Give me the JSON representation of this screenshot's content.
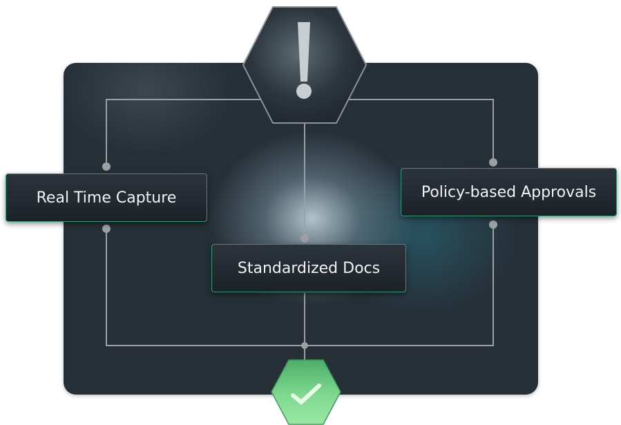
{
  "diagram": {
    "top_icon": "exclamation-icon",
    "bottom_icon": "checkmark-icon",
    "nodes": {
      "capture": "Real Time Capture",
      "docs": "Standardized Docs",
      "approvals": "Policy-based Approvals"
    },
    "colors": {
      "panel": "#262e36",
      "node_border": "#2f9a78",
      "connector": "#9aa0a4",
      "success_hex": "#7fd98f"
    }
  }
}
